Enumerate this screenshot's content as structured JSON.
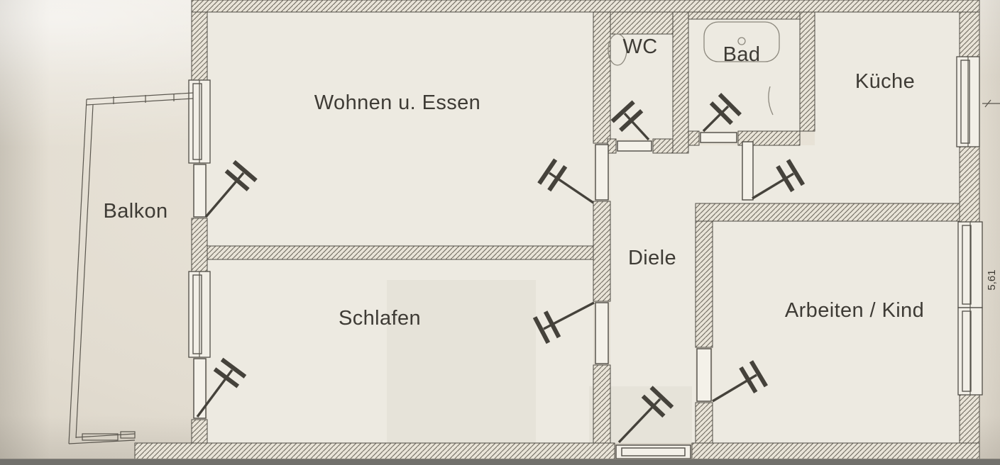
{
  "rooms": {
    "wohnen": {
      "label": "Wohnen u. Essen"
    },
    "wc": {
      "label": "WC"
    },
    "bad": {
      "label": "Bad"
    },
    "kueche": {
      "label": "Küche"
    },
    "balkon": {
      "label": "Balkon"
    },
    "diele": {
      "label": "Diele"
    },
    "schlafen": {
      "label": "Schlafen"
    },
    "arbeiten": {
      "label": "Arbeiten / Kind"
    }
  },
  "dimensions": {
    "right_edge_vertical": "5,61"
  },
  "colors": {
    "paper": "#e2dcd0",
    "room": "#edeae1",
    "wall_line": "#4f4c45",
    "hatch_line": "#6f6a5f",
    "hatch_bg": "#e9e4d8",
    "ink": "#3e3b35",
    "thin_line": "#5a564e",
    "strip": "#71706c"
  }
}
